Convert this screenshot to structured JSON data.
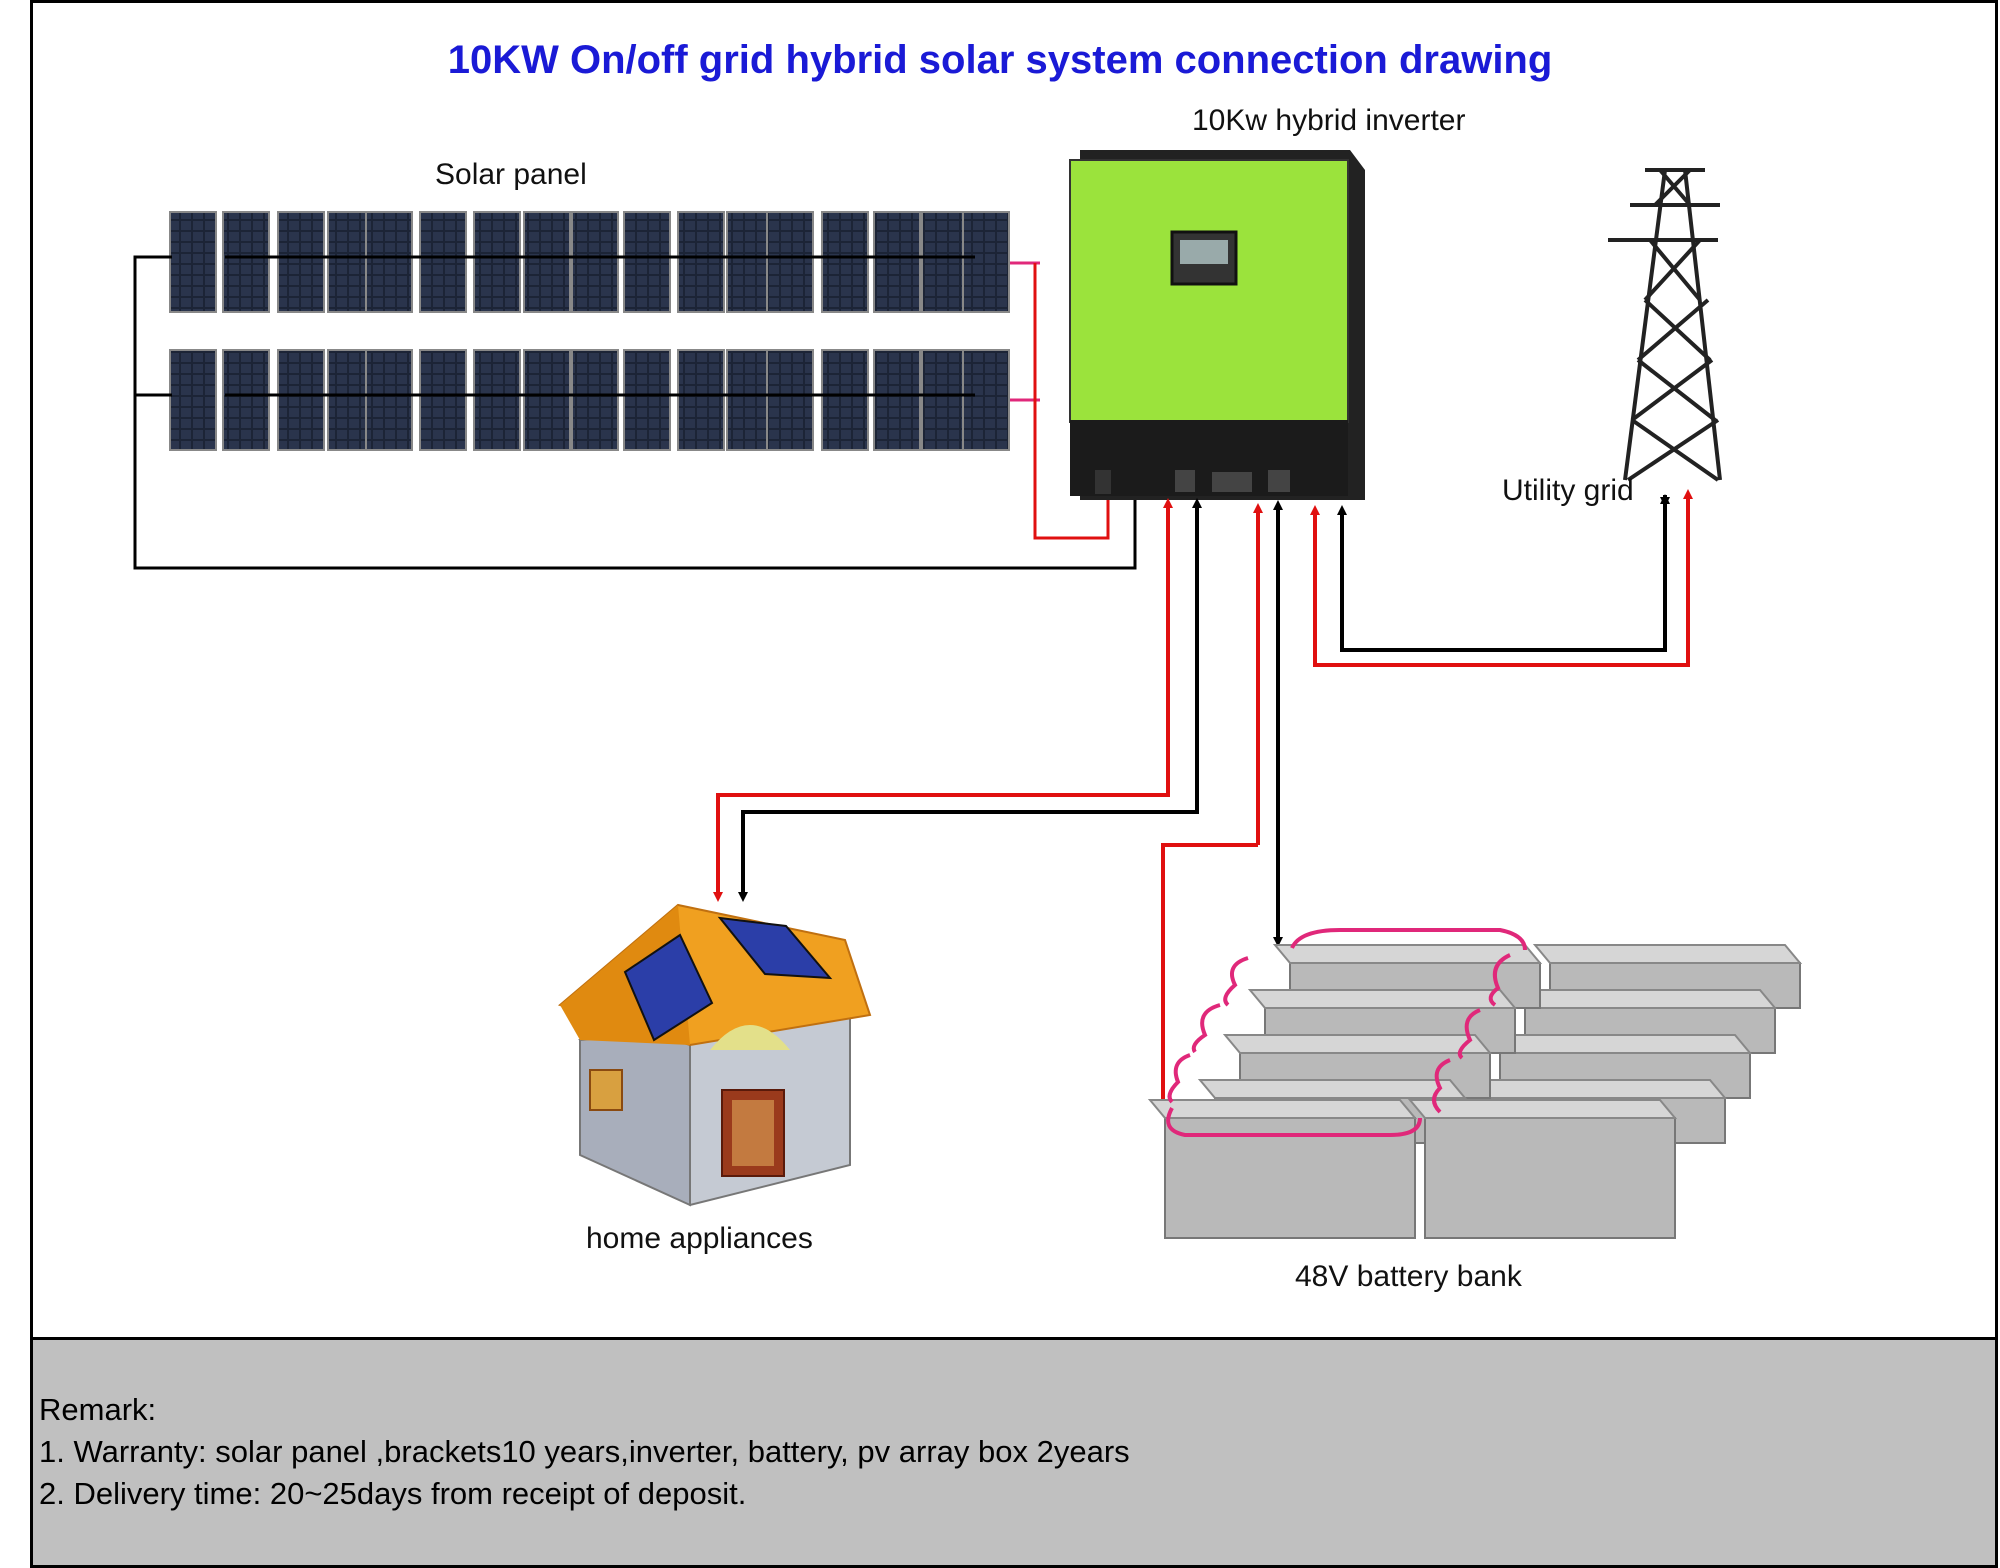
{
  "title": "10KW On/off grid hybrid solar system connection drawing",
  "components": {
    "solar_panel": "Solar panel",
    "inverter": "10Kw hybrid inverter",
    "utility_grid": "Utility grid",
    "home_appliances": "home appliances",
    "battery_bank": "48V battery bank"
  },
  "remarks": {
    "heading": "Remark:",
    "line1": "1. Warranty: solar panel ,brackets10 years,inverter, battery, pv array box 2years",
    "line2": "2. Delivery time: 20~25days from receipt of deposit."
  },
  "colors": {
    "title": "#1a1ad6",
    "inverter_body": "#9be33c",
    "positive_wire": "#e01010",
    "negative_wire": "#000000",
    "string_link": "#e0287a",
    "roof": "#f0a020",
    "remark_bg": "#c0c0c0"
  }
}
